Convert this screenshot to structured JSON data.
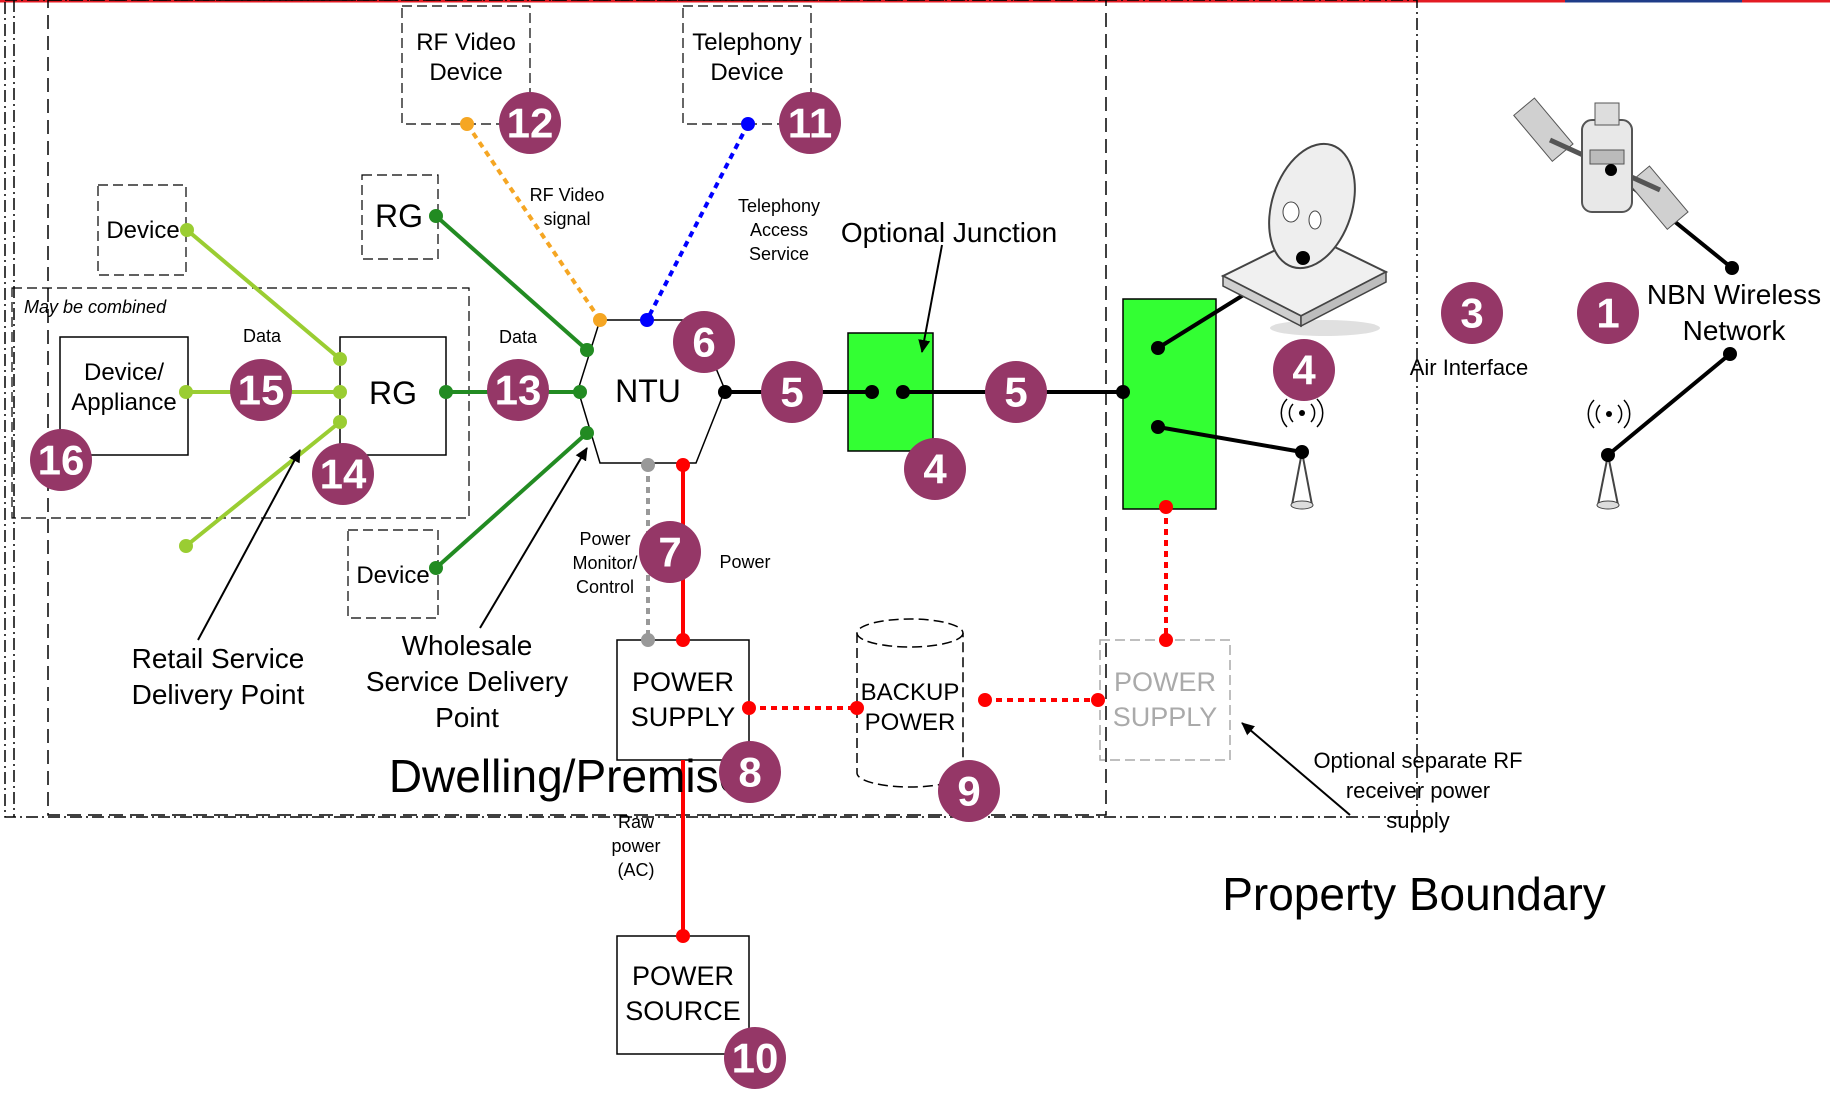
{
  "colors": {
    "badge": "#953767",
    "rsp_line": "#9acd32",
    "wsp_line": "#228b22",
    "rf_video_line": "#f5a623",
    "telephony_line": "#0000ff",
    "power_line": "#ff0000",
    "monitor_line": "#999999",
    "junction_fill": "#33ff33",
    "top_rule_red": "#e31b23",
    "top_rule_blue": "#1f3c88"
  },
  "boxes": {
    "rf_video_device": "RF Video\nDevice",
    "telephony_device": "Telephony\nDevice",
    "device_top": "Device",
    "rg_top": "RG",
    "device_appliance": "Device/\nAppliance",
    "rg_main": "RG",
    "device_bottom": "Device",
    "ntu": "NTU",
    "power_supply": "POWER\nSUPPLY",
    "backup_power": "BACKUP\nPOWER",
    "power_supply_optional": "POWER\nSUPPLY",
    "power_source": "POWER\nSOURCE"
  },
  "labels": {
    "may_be_combined": "May be combined",
    "data_left": "Data",
    "data_right": "Data",
    "rf_video_signal": "RF Video\nsignal",
    "telephony_access": "Telephony\nAccess\nService",
    "optional_junction": "Optional Junction",
    "power_monitor": "Power\nMonitor/\nControl",
    "power": "Power",
    "raw_power": "Raw\npower\n(AC)",
    "air_interface": "Air Interface",
    "nbn_wireless": "NBN Wireless\nNetwork",
    "retail_sdp": "Retail Service\nDelivery Point",
    "wholesale_sdp": "Wholesale\nService Delivery\nPoint",
    "dwelling": "Dwelling/Premises",
    "property_boundary": "Property Boundary",
    "optional_rf_power": "Optional separate RF\nreceiver power\nsupply"
  },
  "badges": {
    "b1": "1",
    "b3": "3",
    "b4_dish": "4",
    "b4_junction": "4",
    "b5_left": "5",
    "b5_right": "5",
    "b6": "6",
    "b7": "7",
    "b8": "8",
    "b9": "9",
    "b10": "10",
    "b11": "11",
    "b12": "12",
    "b13": "13",
    "b14": "14",
    "b15": "15",
    "b16": "16"
  },
  "icons": [
    "satellite-icon",
    "satellite-dish-icon",
    "antenna-icon",
    "arrow-icon"
  ]
}
